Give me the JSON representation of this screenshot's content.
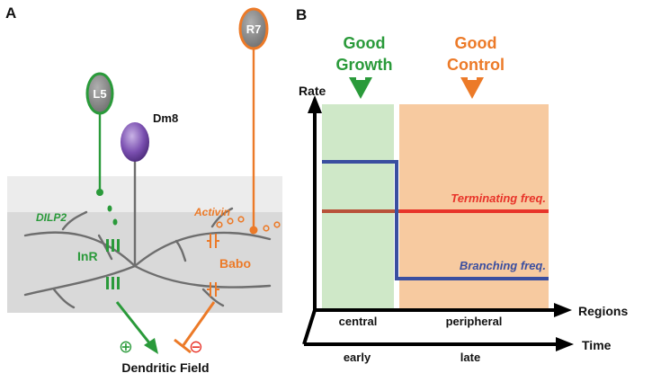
{
  "panel_a": {
    "letter": "A",
    "cells": {
      "l5": "L5",
      "dm8": "Dm8",
      "r7": "R7"
    },
    "ligands": {
      "dilp2": "DILP2",
      "activin": "Activin"
    },
    "receptors": {
      "inr": "InR",
      "babo": "Babo"
    },
    "signs": {
      "plus": "⊕",
      "minus": "⊖"
    },
    "outcome": "Dendritic Field"
  },
  "panel_b": {
    "letter": "B",
    "good_growth_line1": "Good",
    "good_growth_line2": "Growth",
    "good_control_line1": "Good",
    "good_control_line2": "Control",
    "y_axis_label": "Rate",
    "terminating_label": "Terminating freq.",
    "branching_label": "Branching freq.",
    "region_central": "central",
    "region_peripheral": "peripheral",
    "regions_axis_label": "Regions",
    "time_early": "early",
    "time_late": "late",
    "time_axis_label": "Time"
  },
  "colors": {
    "green": "#2a9a3a",
    "orange": "#ec7a28",
    "purple": "#6a3d9a",
    "red": "#e8342a",
    "blue": "#3a4ea0",
    "central_fill": "#cfe8c8",
    "peripheral_fill": "#f7caa0"
  }
}
